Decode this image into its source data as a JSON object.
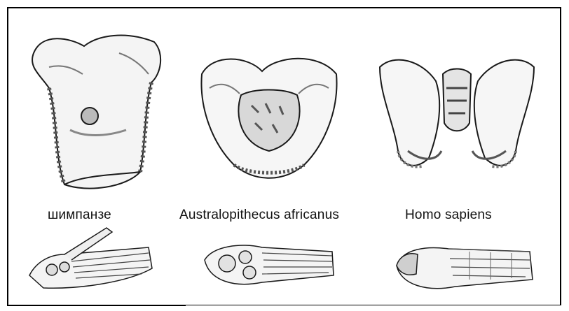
{
  "figure": {
    "panels": [
      {
        "id": "chimp",
        "caption": "шимпанзе",
        "pelvis_icon": "chimpanzee-pelvis-icon",
        "foot_icon": "chimpanzee-foot-icon"
      },
      {
        "id": "australopithecus",
        "caption": "Australopithecus africanus",
        "pelvis_icon": "australopithecus-pelvis-icon",
        "foot_icon": "australopithecus-foot-icon"
      },
      {
        "id": "homo",
        "caption": "Homo sapiens",
        "pelvis_icon": "homo-sapiens-pelvis-icon",
        "foot_icon": "homo-sapiens-foot-icon"
      }
    ],
    "ink_color": "#1a1a1a",
    "shade_color": "#8a8a8a"
  }
}
